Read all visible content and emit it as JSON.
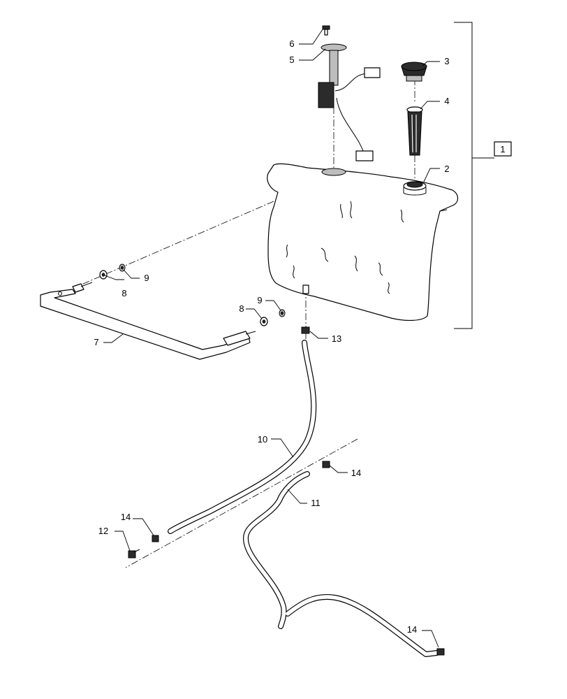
{
  "callouts": {
    "c1": "1",
    "c2": "2",
    "c3": "3",
    "c4": "4",
    "c5": "5",
    "c6": "6",
    "c7": "7",
    "c8a": "8",
    "c8b": "8",
    "c9a": "9",
    "c9b": "9",
    "c10": "10",
    "c11": "11",
    "c12": "12",
    "c13": "13",
    "c14a": "14",
    "c14b": "14",
    "c14c": "14"
  },
  "parts": [
    {
      "ref": "1",
      "icon": "tank-assembly-bracket"
    },
    {
      "ref": "2",
      "icon": "reservoir-tank"
    },
    {
      "ref": "3",
      "icon": "filler-cap"
    },
    {
      "ref": "4",
      "icon": "strainer"
    },
    {
      "ref": "5",
      "icon": "level-sender"
    },
    {
      "ref": "6",
      "icon": "screw"
    },
    {
      "ref": "7",
      "icon": "tank-strap"
    },
    {
      "ref": "8",
      "icon": "washer"
    },
    {
      "ref": "9",
      "icon": "nut"
    },
    {
      "ref": "10",
      "icon": "hose"
    },
    {
      "ref": "11",
      "icon": "hose"
    },
    {
      "ref": "12",
      "icon": "fitting"
    },
    {
      "ref": "13",
      "icon": "hose-clamp"
    },
    {
      "ref": "14",
      "icon": "hose-clamp"
    }
  ]
}
